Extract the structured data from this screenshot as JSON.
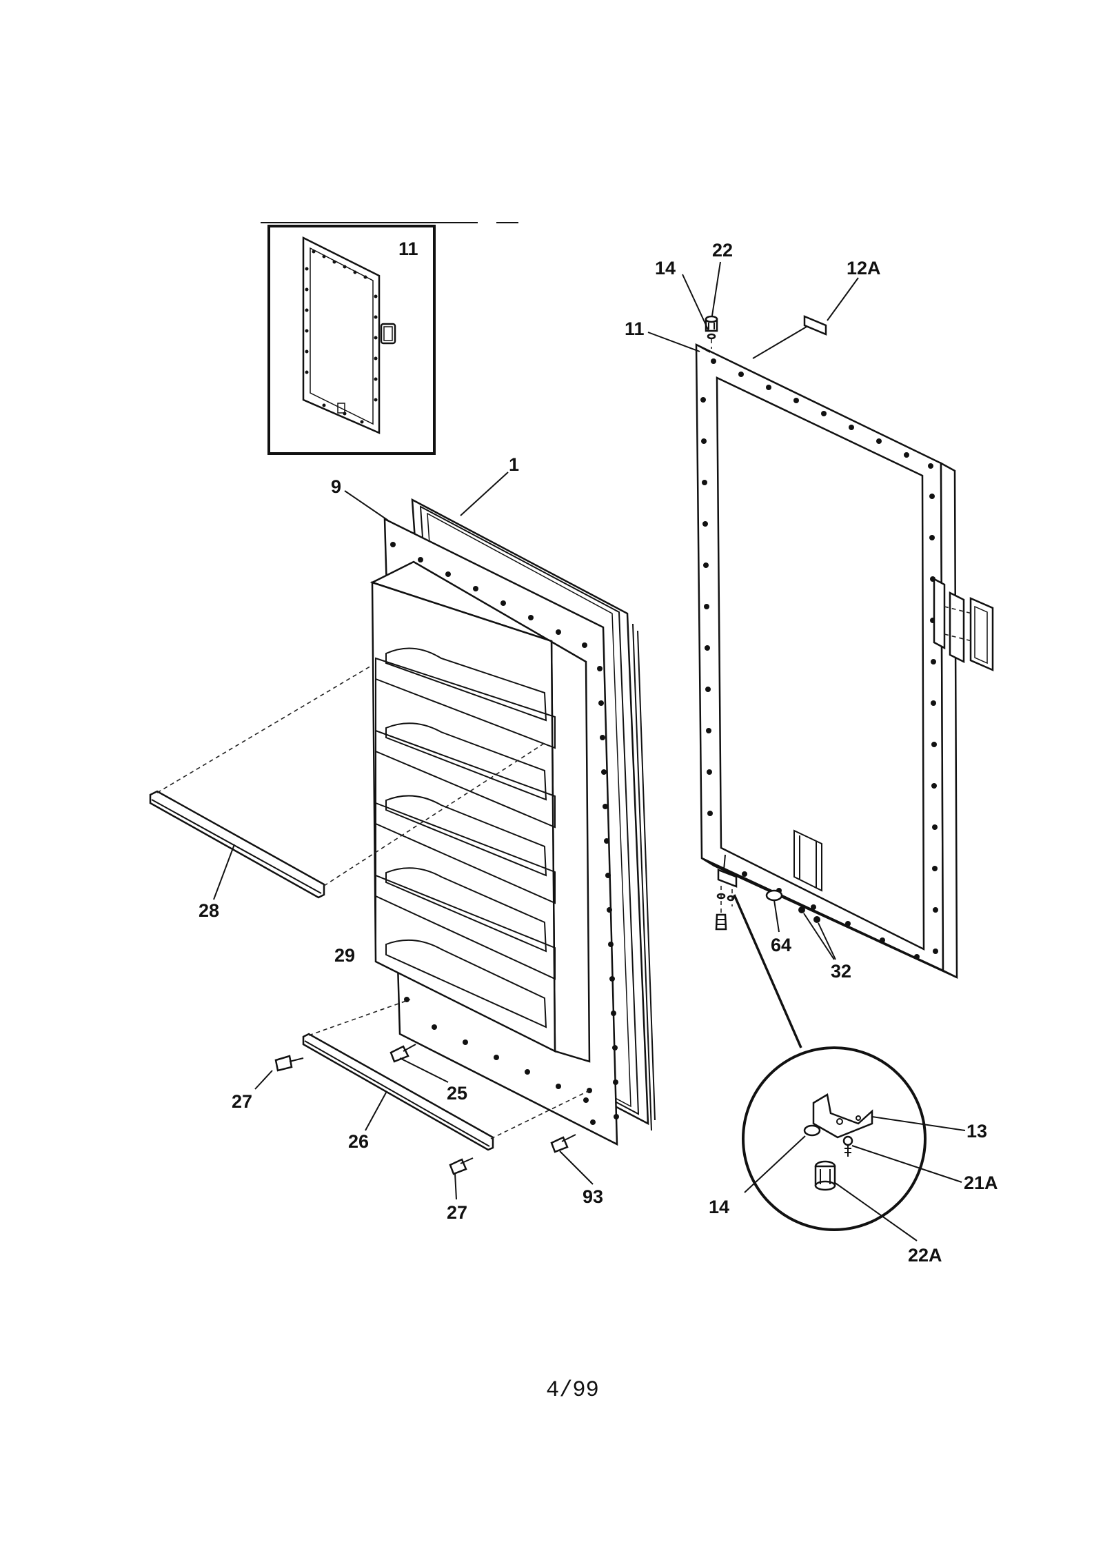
{
  "labels": {
    "inset_11": "11",
    "top_14": "14",
    "top_22": "22",
    "top_12A": "12A",
    "outer_11": "11",
    "p1": "1",
    "p9": "9",
    "p28": "28",
    "p29": "29",
    "p27_left": "27",
    "p25": "25",
    "p26": "26",
    "p27_bottom": "27",
    "p93": "93",
    "p64": "64",
    "p32": "32",
    "p13": "13",
    "p21A": "21A",
    "p14_circle": "14",
    "p22A": "22A"
  },
  "footer": {
    "page": "4/99"
  }
}
